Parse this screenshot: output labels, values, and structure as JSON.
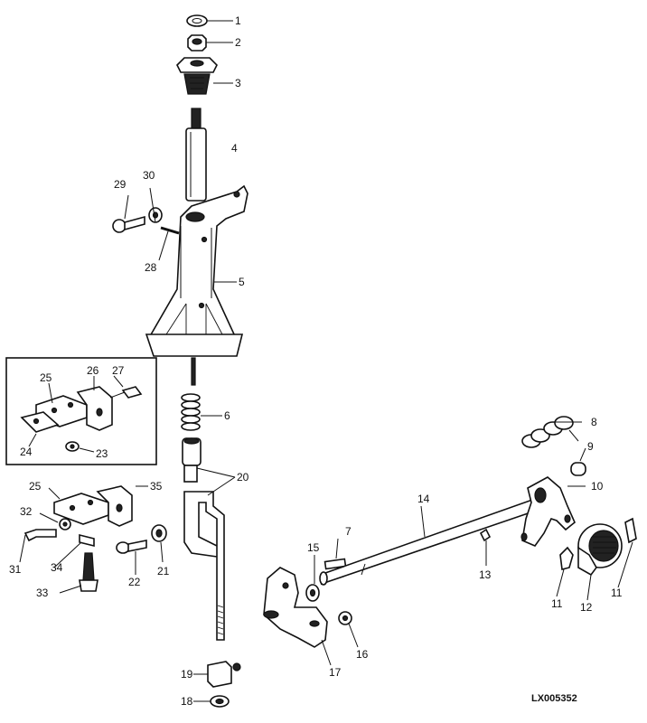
{
  "diagram": {
    "reference_code": "LX005352",
    "callouts": [
      {
        "id": "c1",
        "text": "1"
      },
      {
        "id": "c2",
        "text": "2"
      },
      {
        "id": "c3",
        "text": "3"
      },
      {
        "id": "c4",
        "text": "4"
      },
      {
        "id": "c5",
        "text": "5"
      },
      {
        "id": "c6",
        "text": "6"
      },
      {
        "id": "c7",
        "text": "7"
      },
      {
        "id": "c8",
        "text": "8"
      },
      {
        "id": "c9",
        "text": "9"
      },
      {
        "id": "c10",
        "text": "10"
      },
      {
        "id": "c11a",
        "text": "11"
      },
      {
        "id": "c11b",
        "text": "11"
      },
      {
        "id": "c12",
        "text": "12"
      },
      {
        "id": "c13",
        "text": "13"
      },
      {
        "id": "c14",
        "text": "14"
      },
      {
        "id": "c15",
        "text": "15"
      },
      {
        "id": "c16",
        "text": "16"
      },
      {
        "id": "c17",
        "text": "17"
      },
      {
        "id": "c18",
        "text": "18"
      },
      {
        "id": "c19",
        "text": "19"
      },
      {
        "id": "c20",
        "text": "20"
      },
      {
        "id": "c21",
        "text": "21"
      },
      {
        "id": "c22",
        "text": "22"
      },
      {
        "id": "c23",
        "text": "23"
      },
      {
        "id": "c24",
        "text": "24"
      },
      {
        "id": "c25a",
        "text": "25"
      },
      {
        "id": "c25b",
        "text": "25"
      },
      {
        "id": "c26",
        "text": "26"
      },
      {
        "id": "c27",
        "text": "27"
      },
      {
        "id": "c28",
        "text": "28"
      },
      {
        "id": "c29",
        "text": "29"
      },
      {
        "id": "c30",
        "text": "30"
      },
      {
        "id": "c31",
        "text": "31"
      },
      {
        "id": "c32",
        "text": "32"
      },
      {
        "id": "c33",
        "text": "33"
      },
      {
        "id": "c34",
        "text": "34"
      },
      {
        "id": "c35",
        "text": "35"
      }
    ]
  }
}
